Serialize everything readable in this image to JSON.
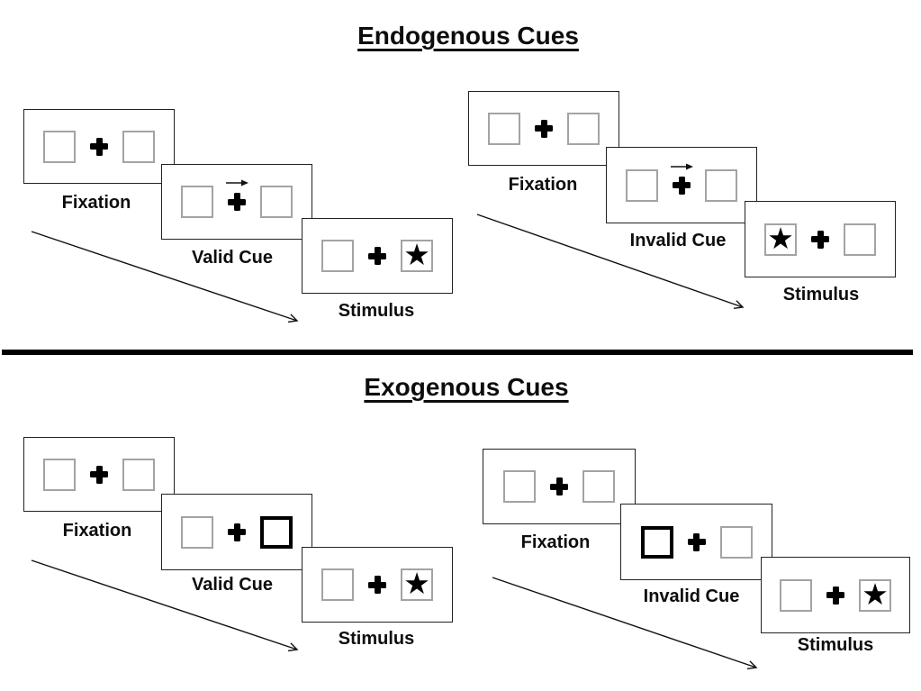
{
  "sections": {
    "endogenous": {
      "title": "Endogenous Cues",
      "valid": {
        "fixation": "Fixation",
        "cue": "Valid Cue",
        "stimulus": "Stimulus"
      },
      "invalid": {
        "fixation": "Fixation",
        "cue": "Invalid Cue",
        "stimulus": "Stimulus"
      }
    },
    "exogenous": {
      "title": "Exogenous Cues",
      "valid": {
        "fixation": "Fixation",
        "cue": "Valid Cue",
        "stimulus": "Stimulus"
      },
      "invalid": {
        "fixation": "Fixation",
        "cue": "Invalid Cue",
        "stimulus": "Stimulus"
      }
    }
  },
  "glyphs": {
    "star": "★"
  },
  "colors": {
    "ink": "#000000",
    "panel_border": "#222222",
    "square_border": "#a3a3a3",
    "cue_highlight_border": "#000000",
    "divider": "#000000"
  }
}
